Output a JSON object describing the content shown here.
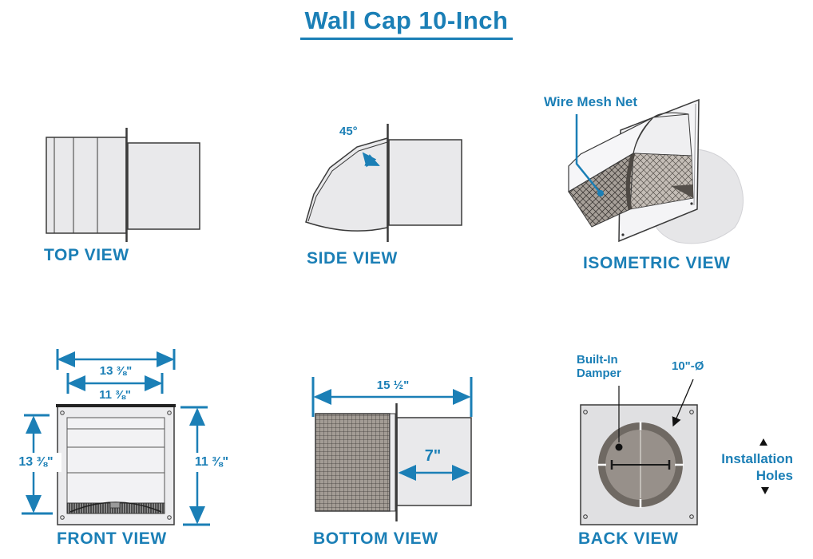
{
  "title": "Wall Cap 10-Inch",
  "accent_color": "#1b7fb6",
  "drawing_line_color": "#3a3a3a",
  "views": {
    "top": {
      "label": "TOP VIEW"
    },
    "side": {
      "label": "SIDE VIEW",
      "angle_annotation": "45°"
    },
    "isometric": {
      "label": "ISOMETRIC VIEW",
      "mesh_annotation": "Wire Mesh Net"
    },
    "front": {
      "label": "FRONT VIEW",
      "outer_width": "13 ⅜\"",
      "inner_width": "11 ⅜\"",
      "left_height": "13 ⅜\"",
      "right_height": "11 ⅜\""
    },
    "bottom": {
      "label": "BOTTOM VIEW",
      "overall_depth": "15 ½\"",
      "duct_length": "7\""
    },
    "back": {
      "label": "BACK VIEW",
      "damper_annotation": "Built-In Damper",
      "diameter_annotation": "10\"-Ø",
      "holes_annotation": "Installation Holes"
    }
  }
}
